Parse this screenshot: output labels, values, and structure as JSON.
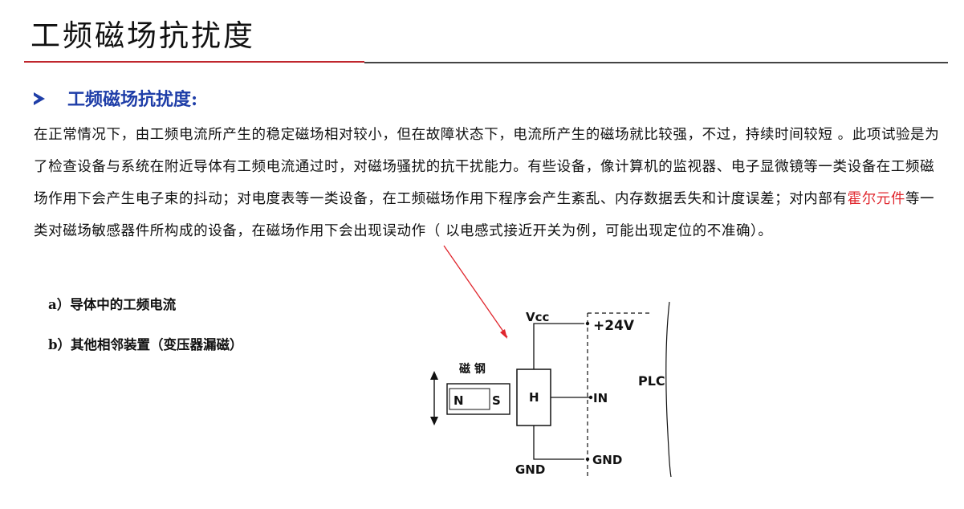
{
  "title": "工频磁场抗扰度",
  "section": {
    "heading": "工频磁场抗扰度:"
  },
  "paragraph": {
    "part1": "在正常情况下，由工频电流所产生的稳定磁场相对较小，但在故障状态下，电流所产生的磁场就比较强，不过，持续时间较短 。此项试验是为了检查设备与系统在附近导体有工频电流通过时，对磁场骚扰的抗干扰能力。有些设备，像计算机的监视器、电子显微镜等一类设备在工频磁场作用下会产生电子束的抖动；对电度表等一类设备，在工频磁场作用下程序会产生紊乱、内存数据丢失和计度误差；对内部有",
    "highlight": "霍尔元件",
    "part2": "等一类对磁场敏感器件所构成的设备，在磁场作用下会出现误动作（ 以电感式接近开关为例，可能出现定位的不准确）。"
  },
  "list": [
    "a）导体中的工频电流",
    "b）其他相邻装置（变压器漏磁）"
  ],
  "diagram": {
    "magnet_label": "磁 钢",
    "magnet_n": "N",
    "magnet_s": "S",
    "sensor_label": "H",
    "vcc": "Vcc",
    "plus24": "+24V",
    "plc": "PLC",
    "in": "IN",
    "gnd_left": "GND",
    "gnd_right": "GND"
  },
  "colors": {
    "title_rule_red": "#c0262d",
    "heading_blue": "#1f3ea8",
    "highlight_red": "#e0262d",
    "arrow_red": "#e0262d"
  }
}
